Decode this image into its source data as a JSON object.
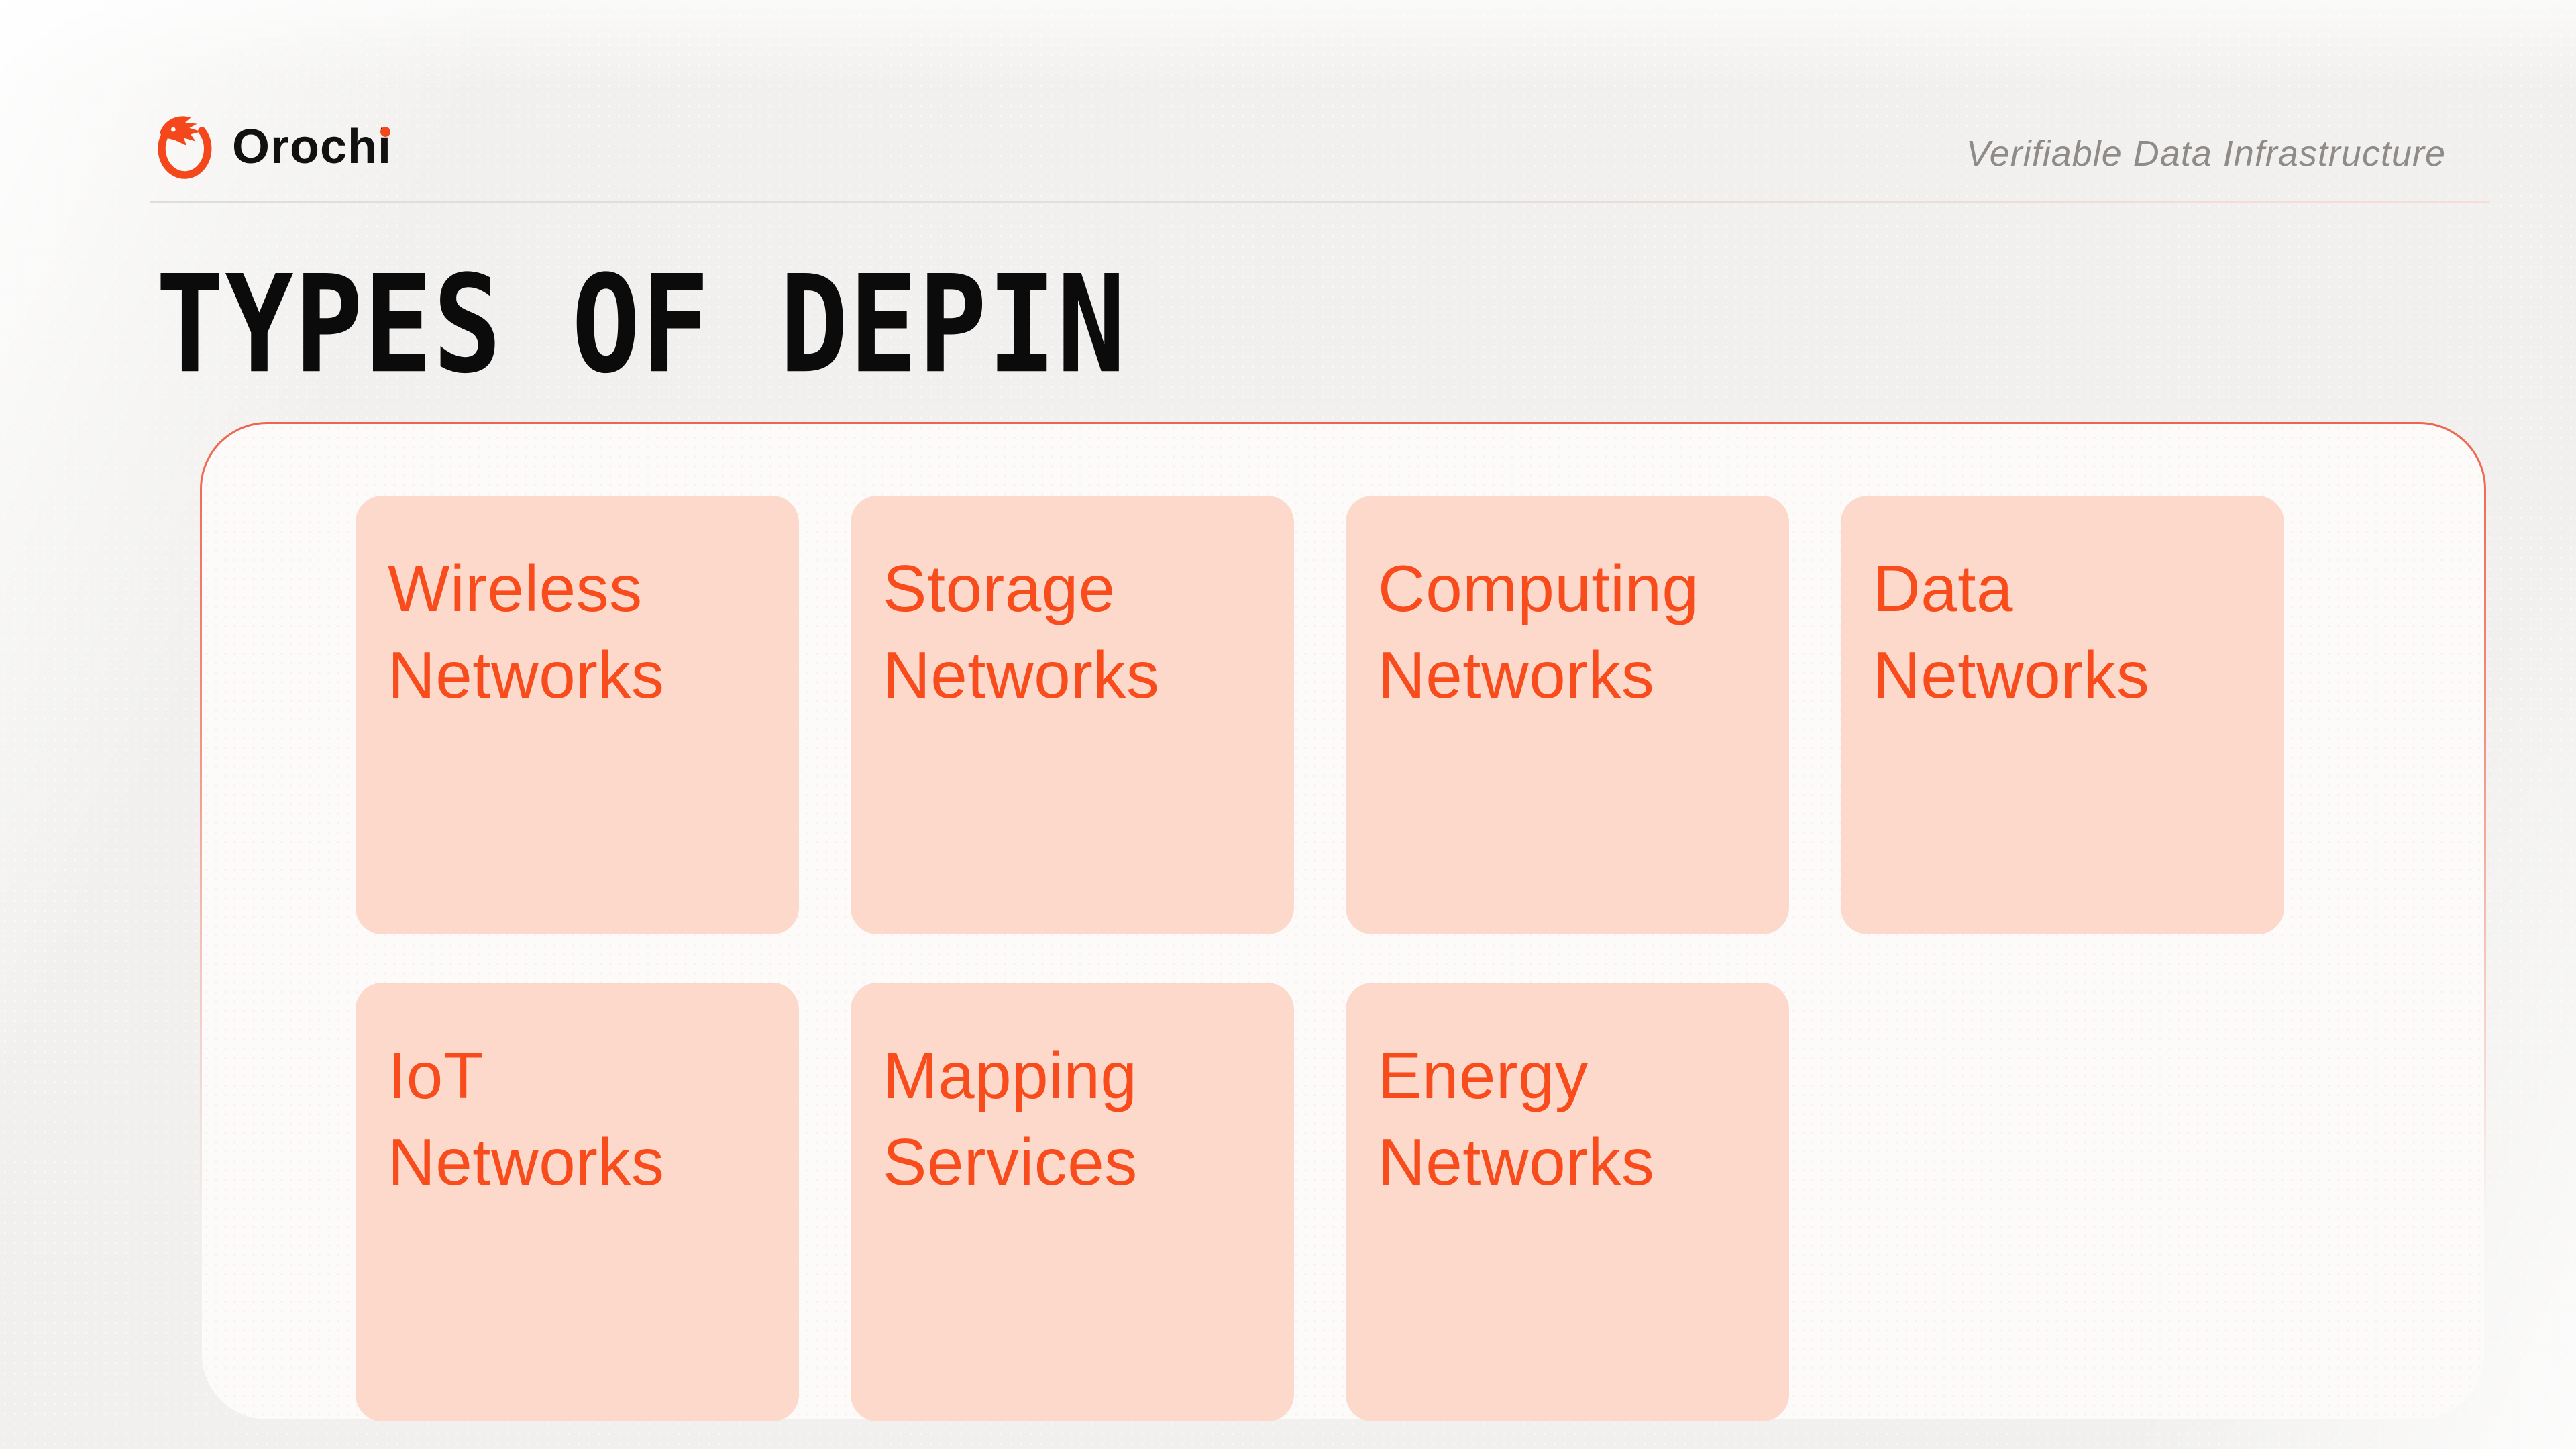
{
  "header": {
    "brand": "Orochi",
    "tagline": "Verifiable Data Infrastructure"
  },
  "title": "TYPES OF DEPIN",
  "panel": {
    "cards": [
      {
        "label": "Wireless Networks"
      },
      {
        "label": "Storage Networks"
      },
      {
        "label": "Computing Networks"
      },
      {
        "label": "Data Networks"
      },
      {
        "label": "IoT Networks"
      },
      {
        "label": "Mapping Services"
      },
      {
        "label": "Energy Networks"
      }
    ]
  },
  "icons": {
    "logo": "orochi-dragon-logo"
  },
  "colors": {
    "accent": "#f4481c",
    "card_background": "#fcd9ca",
    "card_text": "#f84c1d",
    "panel_border_top": "#f05c44",
    "panel_background": "#fcfbfa",
    "page_background": "#f1f0ee",
    "title_text": "#0b0b0b",
    "tagline_text": "#8e8b89",
    "brand_text": "#111111"
  }
}
